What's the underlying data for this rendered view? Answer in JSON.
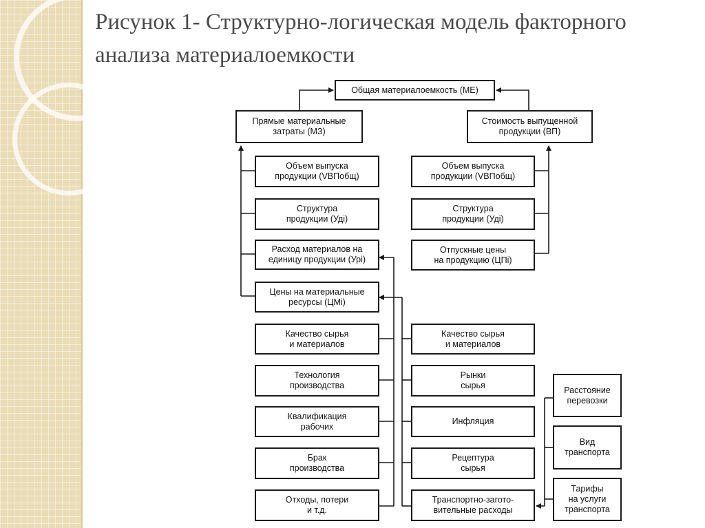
{
  "title": "Рисунок 1- Структурно-логическая модель факторного анализа материалоемкости",
  "nodes": {
    "me": "Общая материалоемкость (МЕ)",
    "mz": "Прямые материальные\nзатраты (МЗ)",
    "vp": "Стоимость выпущенной\nпродукции (ВП)",
    "l_vol": "Объем выпуска\nпродукции (VВПобщ)",
    "l_str": "Структура\nпродукции (Удi)",
    "l_rash": "Расход материалов на\nединицу продукции (Урi)",
    "l_ceny": "Цены на материальные\nресурсы (ЦМi)",
    "l_kach": "Качество сырья\nи материалов",
    "l_tech": "Технология\nпроизводства",
    "l_kval": "Квалификация\nрабочих",
    "l_brak": "Брак\nпроизводства",
    "l_otkh": "Отходы, потери\nи т.д.",
    "r_vol": "Объем выпуска\nпродукции (VВПобщ)",
    "r_str": "Структура\nпродукции (Удi)",
    "r_otp": "Отпускные цены\nна продукцию (ЦПi)",
    "r_kach": "Качество сырья\nи материалов",
    "r_rynki": "Рынки\nсырья",
    "r_infl": "Инфляция",
    "r_recept": "Рецептура\nсырья",
    "r_transp": "Транспортно-загото-\nвительные расходы",
    "f_rasst": "Расстояние\nперевозки",
    "f_vid": "Вид\nтранспорта",
    "f_tarif": "Тарифы\nна услуги\nтранспорта"
  }
}
